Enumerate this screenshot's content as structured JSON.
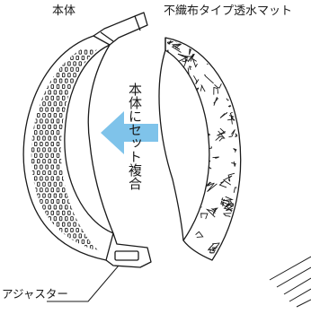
{
  "labels": {
    "main_body": "本体",
    "filter_mat": "不織布タイプ透水マット",
    "instruction": "本体にセット複合",
    "adjuster": "アジャスター"
  },
  "colors": {
    "arrow": "#7fc3ea",
    "line": "#1a1a1a",
    "background": "#ffffff"
  },
  "icons": {
    "arrow": "left-arrow-icon"
  }
}
